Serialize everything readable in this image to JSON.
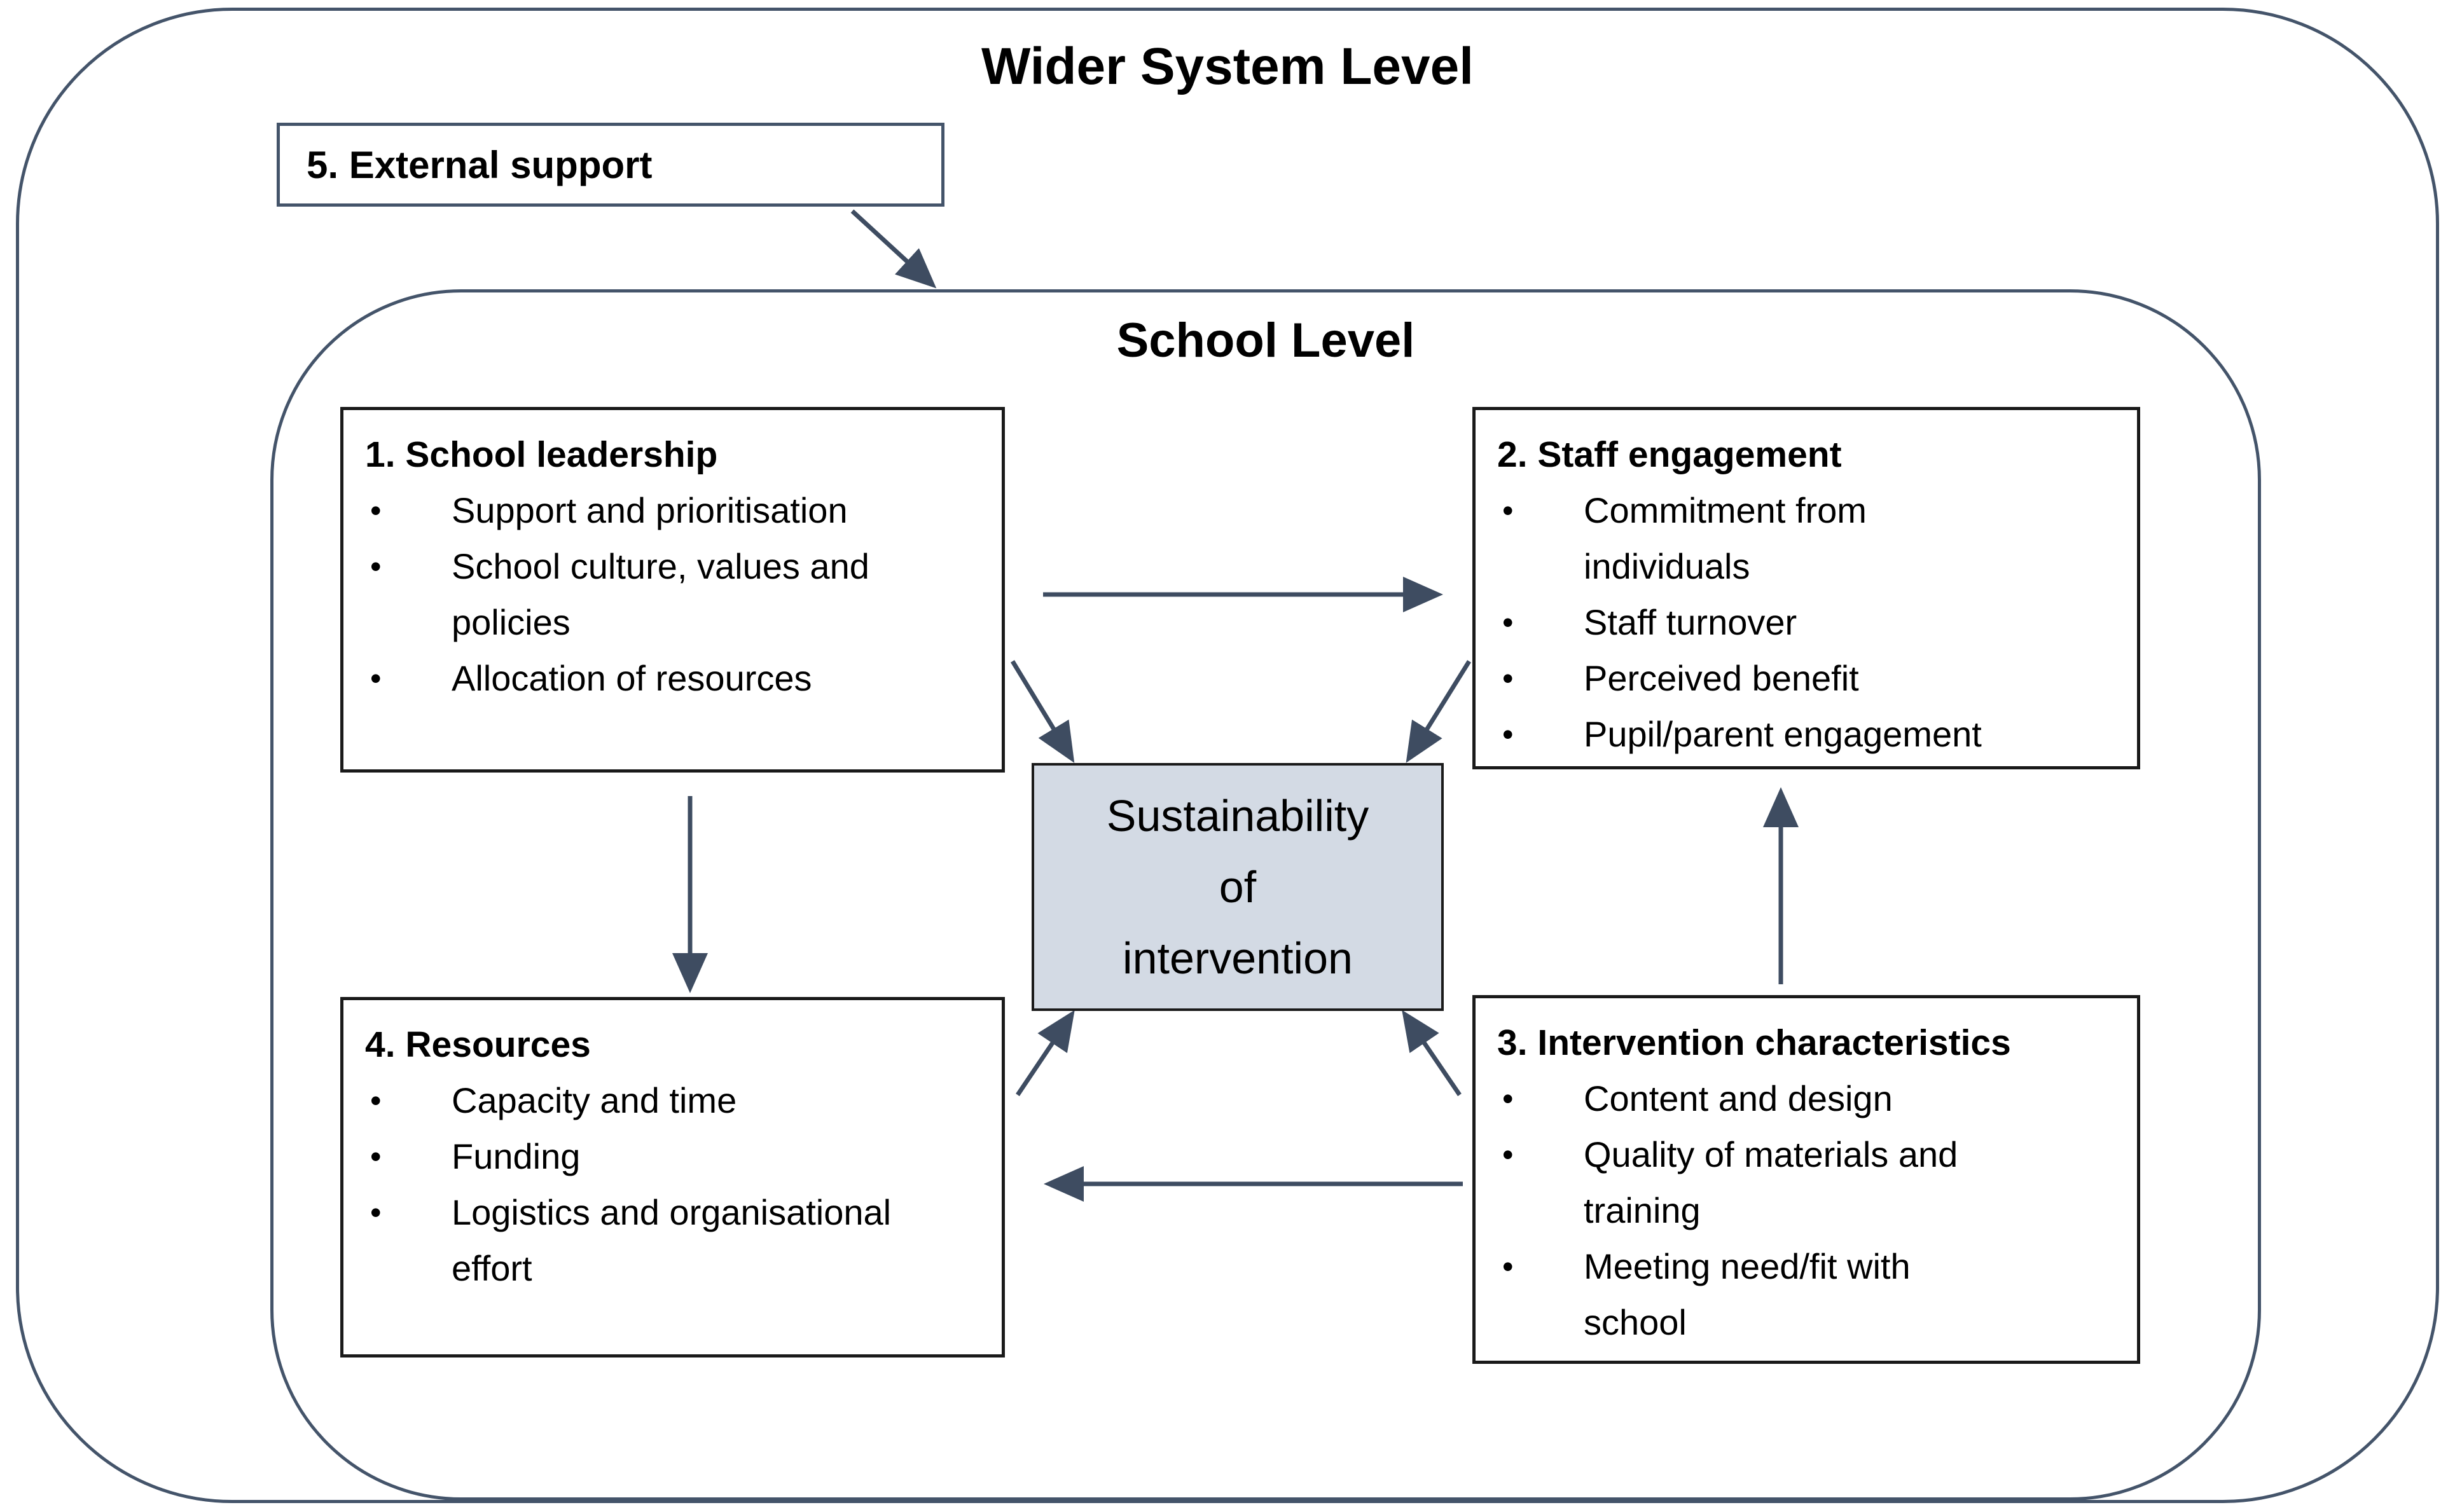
{
  "diagram": {
    "outer_label": "Wider System Level",
    "inner_label": "School Level",
    "bullet_char": "•",
    "external_box": {
      "title": "5. External support"
    },
    "boxes": [
      {
        "title": "1. School leadership",
        "bullets": [
          "Support and prioritisation",
          "School culture, values and\npolicies",
          "Allocation of resources"
        ]
      },
      {
        "title": "2. Staff engagement",
        "bullets": [
          "Commitment from\nindividuals",
          "Staff turnover",
          "Perceived benefit",
          "Pupil/parent engagement"
        ]
      },
      {
        "title": "3. Intervention characteristics",
        "bullets": [
          "Content and design",
          "Quality of materials and\ntraining",
          "Meeting need/fit with\nschool"
        ]
      },
      {
        "title": "4. Resources",
        "bullets": [
          "Capacity and time",
          "Funding",
          "Logistics and organisational\neffort"
        ]
      }
    ],
    "center_box": {
      "text": "Sustainability\nof\nintervention"
    },
    "colors": {
      "container_border": "#44546A",
      "arrow": "#3E4C61",
      "box_border": "#1A1A1A",
      "center_fill": "#D3DAE4",
      "background": "#FFFFFF"
    }
  }
}
